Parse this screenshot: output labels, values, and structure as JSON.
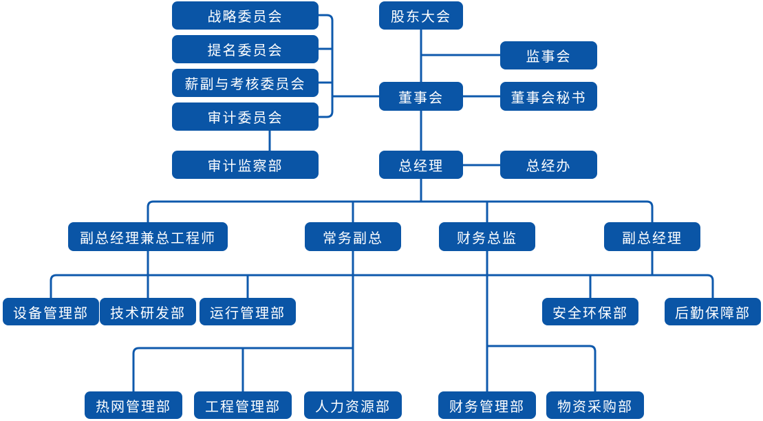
{
  "diagram": {
    "type": "org-chart",
    "background": "#ffffff",
    "colors": {
      "node_fill": "#0a55a6",
      "node_text": "#ffffff",
      "connector": "#0e59ac"
    },
    "nodes": {
      "strategy_committee": {
        "label": "战略委员会"
      },
      "nomination_committee": {
        "label": "提名委员会"
      },
      "compensation_committee": {
        "label": "薪副与考核委员会"
      },
      "audit_committee": {
        "label": "审计委员会"
      },
      "audit_supervision_dept": {
        "label": "审计监察部"
      },
      "shareholders_meeting": {
        "label": "股东大会"
      },
      "supervisory_board": {
        "label": "监事会"
      },
      "board_of_directors": {
        "label": "董事会"
      },
      "board_secretary": {
        "label": "董事会秘书"
      },
      "general_manager": {
        "label": "总经理"
      },
      "gm_office": {
        "label": "总经办"
      },
      "vp_chief_engineer": {
        "label": "副总经理兼总工程师"
      },
      "executive_vp": {
        "label": "常务副总"
      },
      "cfo": {
        "label": "财务总监"
      },
      "vp": {
        "label": "副总经理"
      },
      "equipment_dept": {
        "label": "设备管理部"
      },
      "tech_rd_dept": {
        "label": "技术研发部"
      },
      "operations_dept": {
        "label": "运行管理部"
      },
      "safety_env_dept": {
        "label": "安全环保部"
      },
      "logistics_dept": {
        "label": "后勤保障部"
      },
      "heat_network_dept": {
        "label": "热网管理部"
      },
      "engineering_dept": {
        "label": "工程管理部"
      },
      "hr_dept": {
        "label": "人力资源部"
      },
      "finance_dept": {
        "label": "财务管理部"
      },
      "procurement_dept": {
        "label": "物资采购部"
      }
    },
    "edges": [
      [
        "shareholders_meeting",
        "supervisory_board"
      ],
      [
        "shareholders_meeting",
        "board_of_directors"
      ],
      [
        "board_of_directors",
        "strategy_committee"
      ],
      [
        "board_of_directors",
        "nomination_committee"
      ],
      [
        "board_of_directors",
        "compensation_committee"
      ],
      [
        "board_of_directors",
        "audit_committee"
      ],
      [
        "board_of_directors",
        "board_secretary"
      ],
      [
        "board_of_directors",
        "general_manager"
      ],
      [
        "audit_committee",
        "audit_supervision_dept"
      ],
      [
        "general_manager",
        "gm_office"
      ],
      [
        "general_manager",
        "vp_chief_engineer"
      ],
      [
        "general_manager",
        "executive_vp"
      ],
      [
        "general_manager",
        "cfo"
      ],
      [
        "general_manager",
        "vp"
      ],
      [
        "vp_chief_engineer",
        "equipment_dept"
      ],
      [
        "vp_chief_engineer",
        "tech_rd_dept"
      ],
      [
        "vp_chief_engineer",
        "operations_dept"
      ],
      [
        "vp",
        "safety_env_dept"
      ],
      [
        "vp",
        "logistics_dept"
      ],
      [
        "executive_vp",
        "heat_network_dept"
      ],
      [
        "executive_vp",
        "engineering_dept"
      ],
      [
        "executive_vp",
        "hr_dept"
      ],
      [
        "cfo",
        "finance_dept"
      ],
      [
        "cfo",
        "procurement_dept"
      ]
    ]
  }
}
